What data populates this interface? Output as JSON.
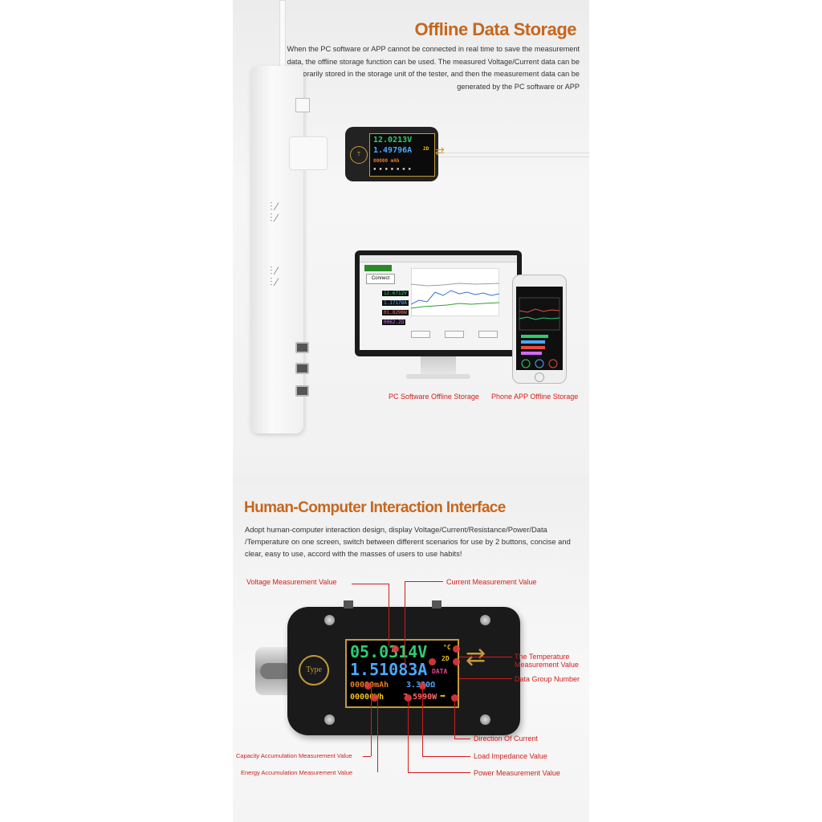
{
  "section1": {
    "heading": "Offline Data Storage",
    "description": "When the PC software or APP cannot be connected in real time to save the measurement data, the offline storage function can be used. The measured Voltage/Current data can be temporarily stored in the storage unit of the tester, and then the measurement data can be generated by the PC software or APP",
    "small_meter": {
      "voltage": "12.0213V",
      "current": "1.49796A",
      "group": "2D",
      "capacity": "00000 mAh"
    },
    "pc_app": {
      "connect_label": "Connect",
      "voltage": "12.6712V",
      "current": "1.17178A",
      "power": "01.8296W",
      "resistance": "0062.2Ω"
    },
    "caption_pc": "PC Software Offline Storage",
    "caption_phone": "Phone APP Offline Storage"
  },
  "section2": {
    "heading": "Human-Computer Interaction Interface",
    "description": "Adopt human-computer interaction design, display Voltage/Current/Resistance/Power/Data /Temperature on one screen, switch between different scenarios for use by 2 buttons, concise and clear, easy to use, accord with the masses of users to use habits!",
    "meter": {
      "voltage": "05.0314V",
      "temp": "°C",
      "current": "1.51083A",
      "group": "2D",
      "data_label": "DATA",
      "capacity": "00000mAh",
      "resistance": "3.330Ω",
      "energy": "00000Wh",
      "power": "7.5990W",
      "brand": "Type"
    },
    "callouts": {
      "voltage": "Voltage Measurement Value",
      "current": "Current Measurement Value",
      "temperature": "The Temperature Measurement Value",
      "data_group": "Data Group Number",
      "direction": "Direction Of Current",
      "impedance": "Load Impedance Value",
      "power": "Power Measurement Value",
      "capacity": "Capacity Accumulation Measurement Value",
      "energy": "Energy Accumulation Measurement Value"
    }
  },
  "colors": {
    "heading": "#c8661c",
    "callout": "#d21d1d",
    "voltage": "#2ecc71",
    "current": "#4aa8ff",
    "frame": "#c59a3a"
  }
}
